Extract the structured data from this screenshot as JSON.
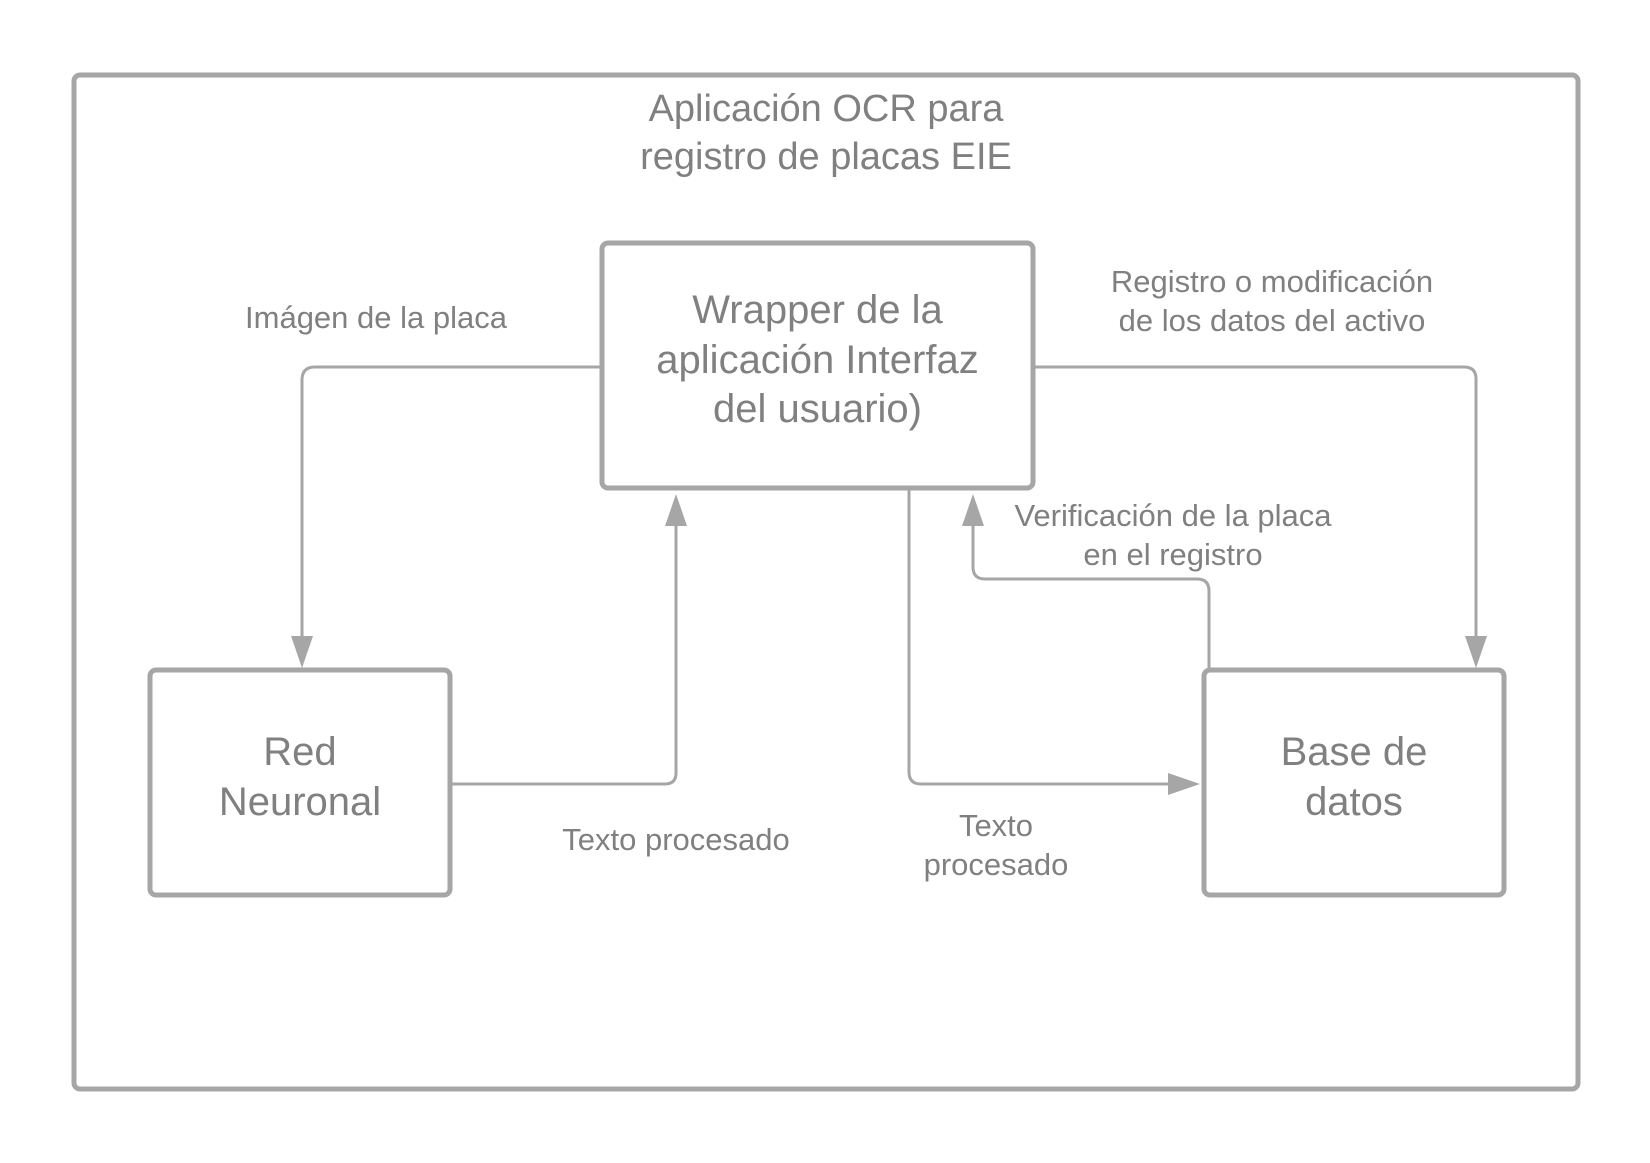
{
  "title": [
    "Aplicación OCR para",
    "registro de placas EIE"
  ],
  "nodes": {
    "wrapper": [
      "Wrapper de la",
      "aplicación Interfaz",
      "del usuario)"
    ],
    "red": [
      "Red",
      "Neuronal"
    ],
    "base": [
      "Base de",
      "datos"
    ]
  },
  "edges": {
    "imagen": [
      "Imágen de la placa"
    ],
    "registro": [
      "Registro o modificación",
      "de los datos del activo"
    ],
    "verificacion": [
      "Verificación de la placa",
      "en el registro"
    ],
    "texto1": [
      "Texto procesado"
    ],
    "texto2": [
      "Texto",
      "procesado"
    ]
  },
  "colors": {
    "stroke": "#a6a6a6",
    "text": "#808080",
    "background": "#ffffff"
  }
}
